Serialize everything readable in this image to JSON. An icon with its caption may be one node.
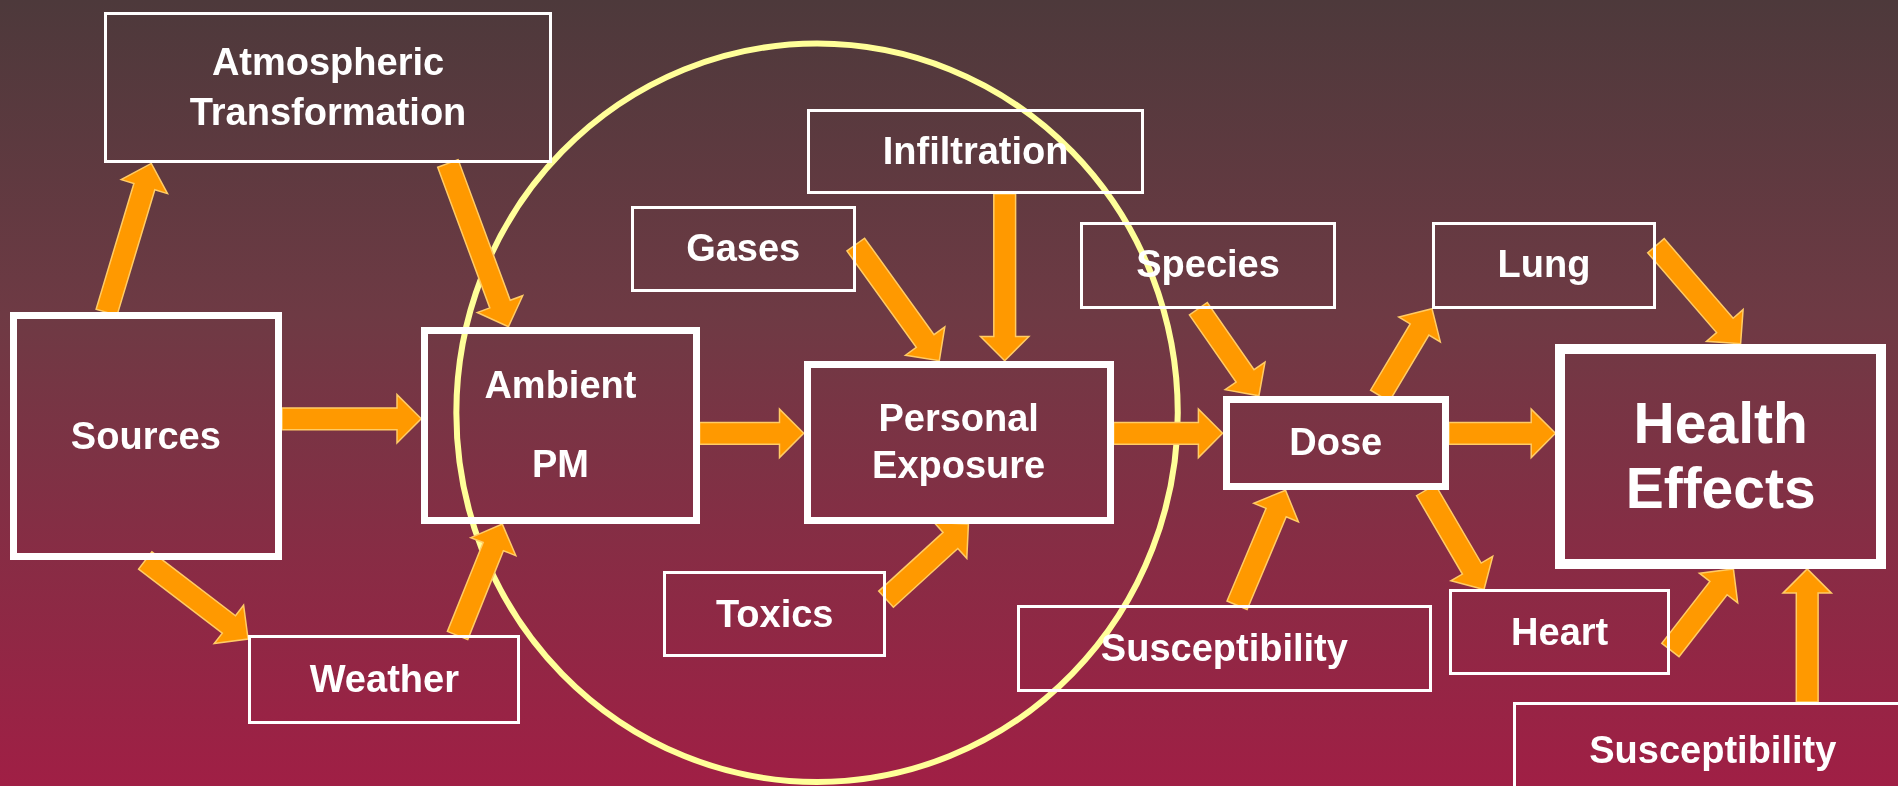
{
  "diagram": {
    "nodes": [
      {
        "text": [
          "Atmospheric Transformation"
        ]
      },
      {
        "text": [
          "Sources"
        ]
      },
      {
        "text": [
          "Weather"
        ]
      },
      {
        "text": [
          "Ambient PM"
        ]
      },
      {
        "text": [
          "Infiltration"
        ]
      },
      {
        "text": [
          "Gases"
        ]
      },
      {
        "text": [
          "Toxics"
        ]
      },
      {
        "text": [
          "Personal Exposure"
        ]
      },
      {
        "text": [
          "Species"
        ]
      },
      {
        "text": [
          "Dose"
        ]
      },
      {
        "text": [
          "Susceptibility"
        ]
      },
      {
        "text": [
          "Lung"
        ]
      },
      {
        "text": [
          "Heart"
        ]
      },
      {
        "text": [
          "Health Effects"
        ]
      },
      {
        "text": [
          "Susceptibility"
        ]
      }
    ],
    "edges": [
      {
        "from": 1,
        "to": 0,
        "arrow": "to"
      },
      {
        "from": 0,
        "to": 3,
        "arrow": "to"
      },
      {
        "from": 1,
        "to": 2,
        "arrow": "to"
      },
      {
        "from": 2,
        "to": 3,
        "arrow": "to"
      },
      {
        "from": 1,
        "to": 3,
        "arrow": "to"
      },
      {
        "from": 3,
        "to": 7,
        "arrow": "to"
      },
      {
        "from": 5,
        "to": 7,
        "arrow": "to"
      },
      {
        "from": 4,
        "to": 7,
        "arrow": "to"
      },
      {
        "from": 6,
        "to": 7,
        "arrow": "to"
      },
      {
        "from": 7,
        "to": 9,
        "arrow": "to"
      },
      {
        "from": 8,
        "to": 9,
        "arrow": "to"
      },
      {
        "from": 10,
        "to": 9,
        "arrow": "to"
      },
      {
        "from": 9,
        "to": 11,
        "arrow": "to"
      },
      {
        "from": 9,
        "to": 12,
        "arrow": "to"
      },
      {
        "from": 9,
        "to": 13,
        "arrow": "to"
      },
      {
        "from": 11,
        "to": 13,
        "arrow": "to"
      },
      {
        "from": 12,
        "to": 13,
        "arrow": "to"
      },
      {
        "from": 14,
        "to": 13,
        "arrow": "to"
      }
    ]
  }
}
